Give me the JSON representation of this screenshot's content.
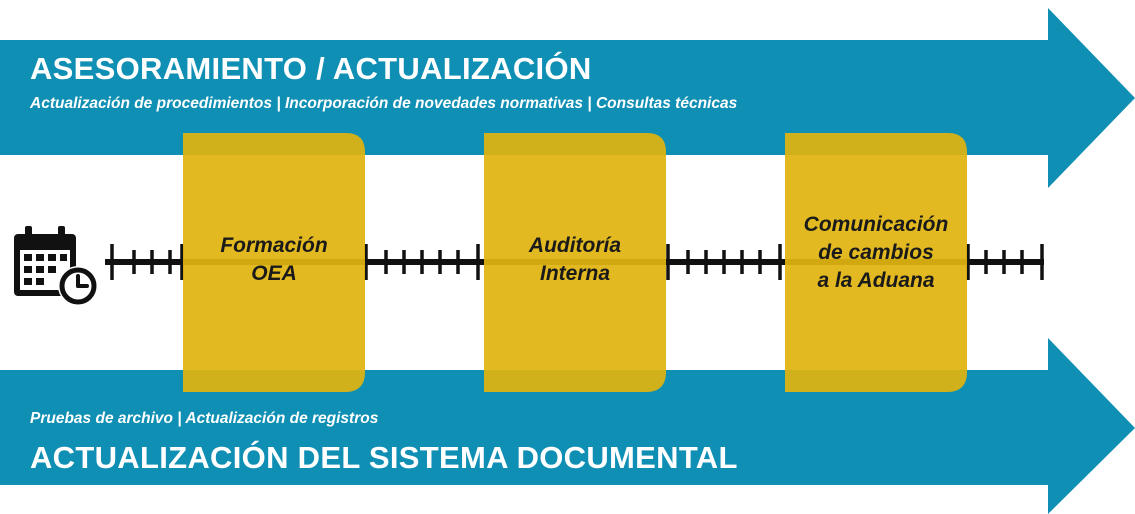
{
  "top_arrow": {
    "title": "ASESORAMIENTO / ACTUALIZACIÓN",
    "subtitle": "Actualización de procedimientos | Incorporación de novedades normativas | Consultas técnicas"
  },
  "bottom_arrow": {
    "subtitle": "Pruebas de archivo | Actualización de registros",
    "title": "ACTUALIZACIÓN DEL SISTEMA DOCUMENTAL"
  },
  "milestones": [
    {
      "line1": "Formación",
      "line2": "OEA",
      "line3": ""
    },
    {
      "line1": "Auditoría",
      "line2": "Interna",
      "line3": ""
    },
    {
      "line1": "Comunicación",
      "line2": "de cambios",
      "line3": "a la Aduana"
    }
  ],
  "colors": {
    "arrow": "#0f8fb4",
    "milestone_box": "#dfb313",
    "timeline": "#111111"
  },
  "icons": [
    "calendar-clock-icon"
  ]
}
